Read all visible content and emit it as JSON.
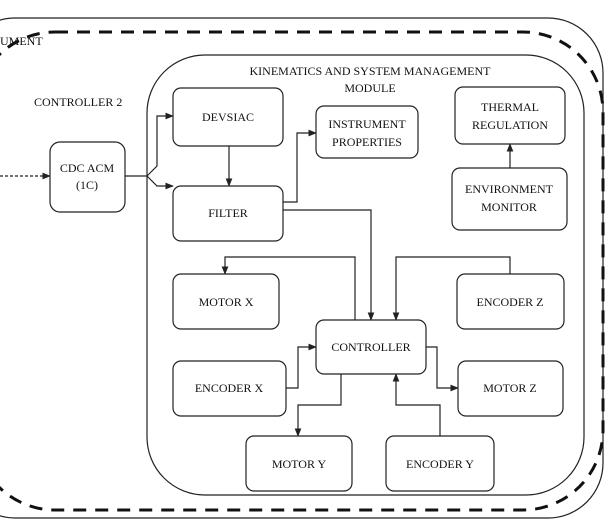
{
  "outer_container": {
    "label": "UMENT"
  },
  "controller2": {
    "label": "CONTROLLER 2"
  },
  "module": {
    "title_line1": "KINEMATICS AND SYSTEM MANAGEMENT",
    "title_line2": "MODULE"
  },
  "blocks": {
    "cdc_acm": {
      "line1": "CDC ACM",
      "line2": "(1C)"
    },
    "devsiac": {
      "label": "DEVSIAC"
    },
    "instrument_properties": {
      "line1": "INSTRUMENT",
      "line2": "PROPERTIES"
    },
    "thermal_regulation": {
      "line1": "THERMAL",
      "line2": "REGULATION"
    },
    "filter": {
      "label": "FILTER"
    },
    "environment_monitor": {
      "line1": "ENVIRONMENT",
      "line2": "MONITOR"
    },
    "motor_x": {
      "label": "MOTOR X"
    },
    "encoder_z": {
      "label": "ENCODER Z"
    },
    "controller": {
      "label": "CONTROLLER"
    },
    "encoder_x": {
      "label": "ENCODER X"
    },
    "motor_z": {
      "label": "MOTOR Z"
    },
    "motor_y": {
      "label": "MOTOR Y"
    },
    "encoder_y": {
      "label": "ENCODER Y"
    }
  }
}
